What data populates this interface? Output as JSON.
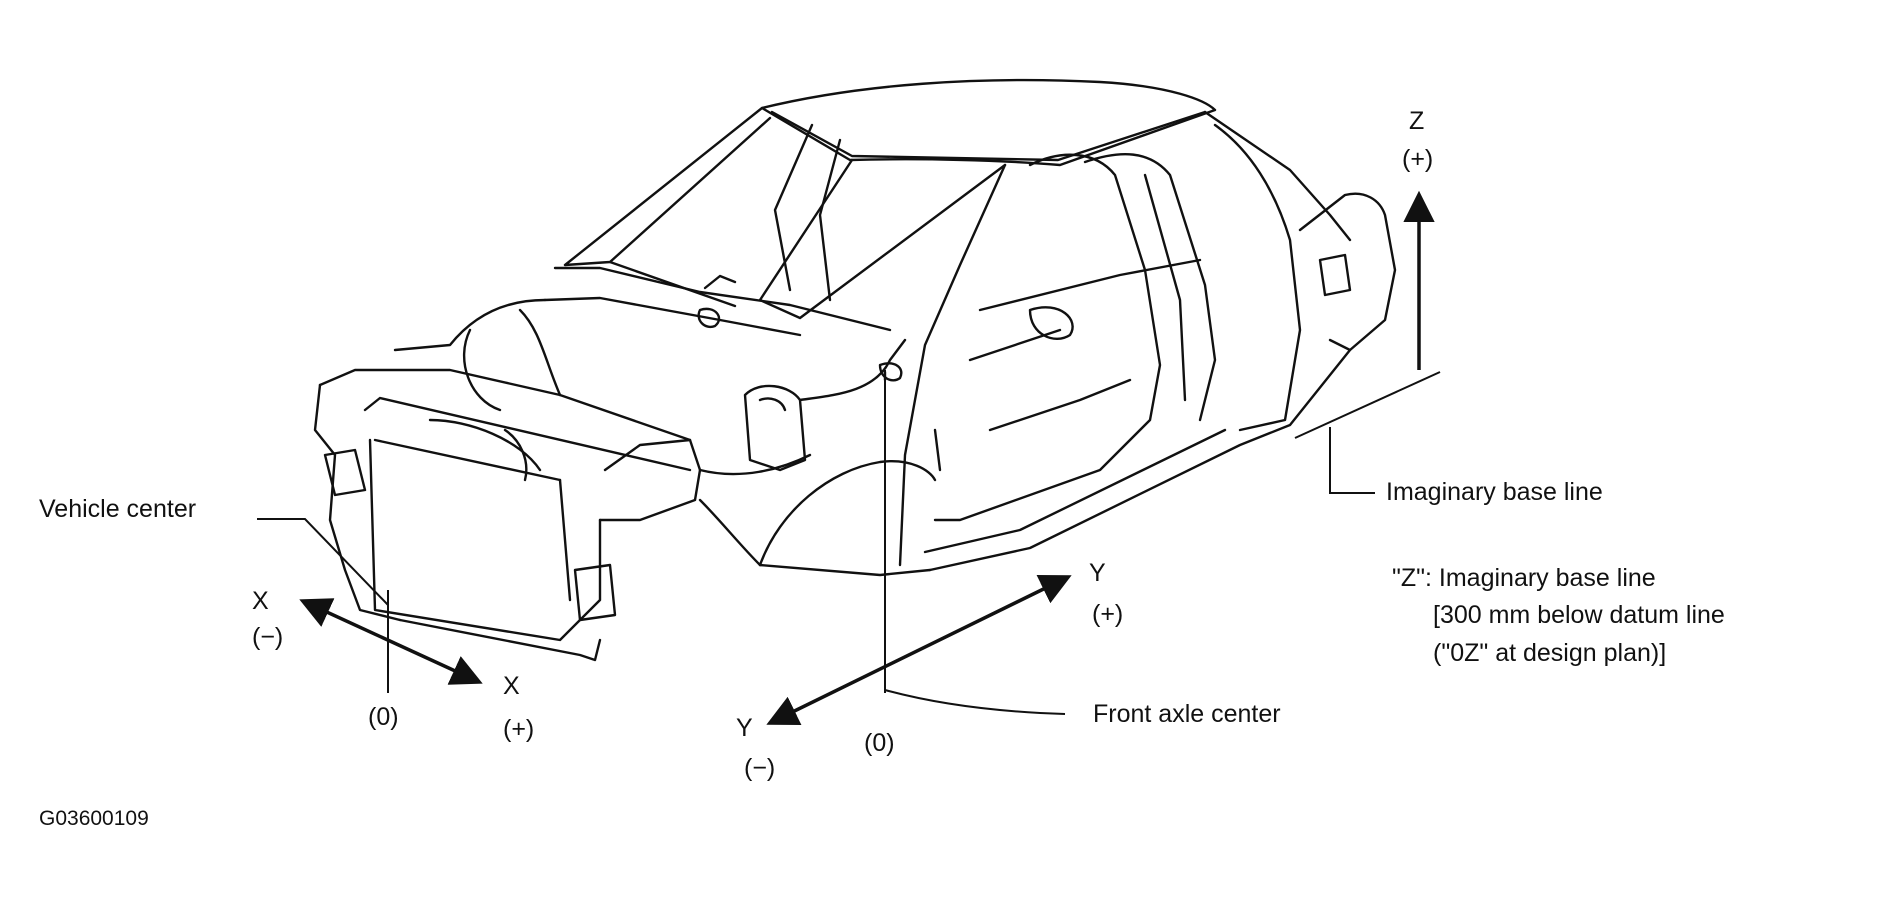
{
  "labels": {
    "vehicle_center": "Vehicle center",
    "front_axle_center": "Front axle center",
    "imaginary_base_line": "Imaginary base line",
    "figure_code": "G03600109"
  },
  "axes": {
    "x_minus": {
      "letter": "X",
      "sign": "(−)"
    },
    "x_plus": {
      "letter": "X",
      "sign": "(+)"
    },
    "x_origin": "(0)",
    "y_minus": {
      "letter": "Y",
      "sign": "(−)"
    },
    "y_plus": {
      "letter": "Y",
      "sign": "(+)"
    },
    "y_origin": "(0)",
    "z_plus": {
      "letter": "Z",
      "sign": "(+)"
    }
  },
  "note": {
    "line1": "\"Z\": Imaginary base line",
    "line2": "[300 mm below datum line",
    "line3": "(\"0Z\" at design plan)]"
  },
  "colors": {
    "ink": "#111111",
    "paper": "#ffffff"
  }
}
